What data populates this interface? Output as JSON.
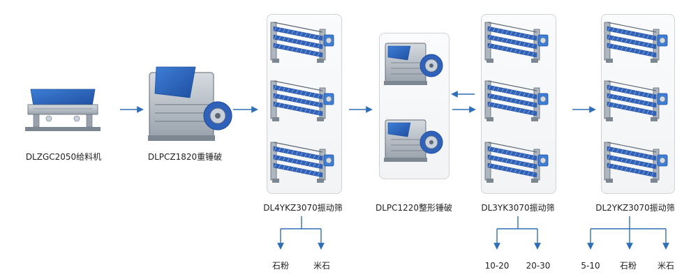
{
  "colors": {
    "arrow": "#2f6fb5",
    "steel": "#9aa3ad",
    "steel_dark": "#5e6873",
    "blue": "#2f62b8",
    "screen_mesh": "#1f4fa0"
  },
  "equipment": [
    {
      "label": "DLZGC2050给料机",
      "icon": "vibrating-feeder-icon"
    },
    {
      "label": "DLPCZ1820重锤破",
      "icon": "heavy-hammer-crusher-icon"
    },
    {
      "label": "DL4YKZ3070振动筛",
      "icon": "vibrating-screen-icon"
    },
    {
      "label": "DLPC1220整形锤破",
      "icon": "shaping-hammer-crusher-icon"
    },
    {
      "label": "DL3YK3070振动筛",
      "icon": "vibrating-screen-icon"
    },
    {
      "label": "DL2YKZ3070振动筛",
      "icon": "vibrating-screen-icon"
    }
  ],
  "outputs": {
    "screen1": [
      "石粉",
      "米石"
    ],
    "screen2": [
      "10-20",
      "20-30"
    ],
    "screen3": [
      "5-10",
      "石粉",
      "米石"
    ]
  }
}
